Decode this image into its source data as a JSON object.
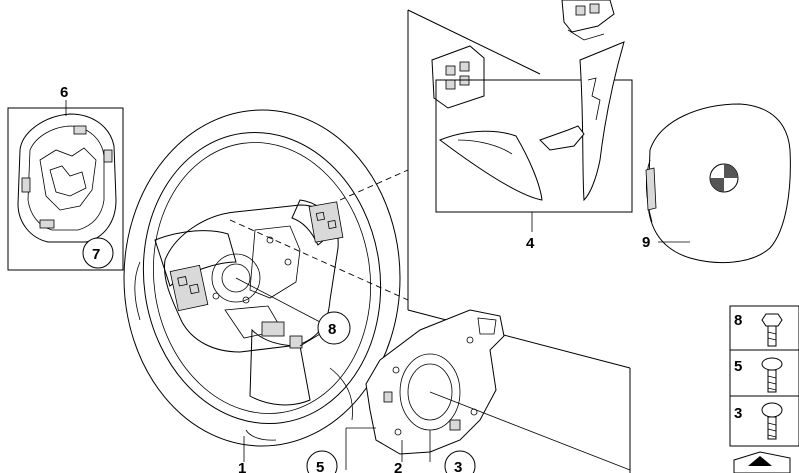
{
  "callouts": {
    "steering_wheel": "1",
    "adapter_plate": "2",
    "screw_small": "3",
    "trim_covers": "4",
    "screw_medium": "5",
    "contact_ring": "6",
    "clip": "7",
    "hex_bolt": "8",
    "airbag_module": "9"
  },
  "fastener_panel": {
    "items": [
      "8",
      "5",
      "3"
    ]
  }
}
